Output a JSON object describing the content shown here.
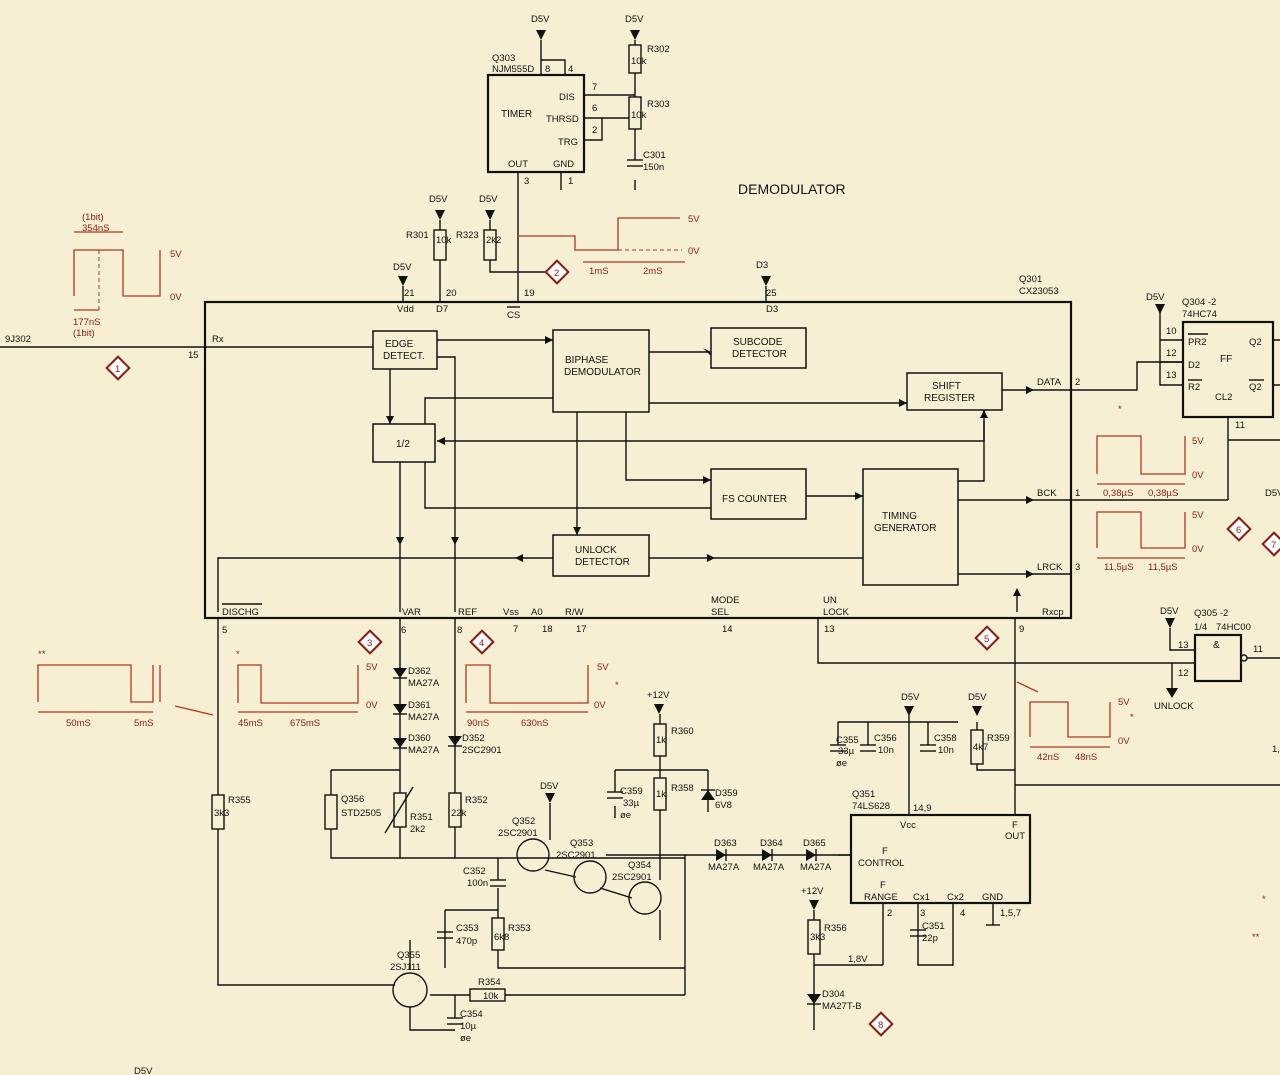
{
  "title": "DEMODULATOR",
  "wave_markers": [
    "1",
    "2",
    "3",
    "4",
    "5",
    "6",
    "7",
    "8"
  ],
  "ic_q301": {
    "ref": "Q301",
    "part": "CX23053",
    "pins": {
      "vdd": "Vdd",
      "p21": "21",
      "d7": "D7",
      "p20": "20",
      "p19": "19",
      "cs": "CS",
      "p25": "25",
      "d3": "D3",
      "rx": "Rx",
      "p15": "15",
      "data": "DATA",
      "p2": "2",
      "bck": "BCK",
      "p1": "1",
      "lrck": "LRCK",
      "p3": "3",
      "dischg": "DISCHG",
      "p5": "5",
      "var": "VAR",
      "p6": "6",
      "ref": "REF",
      "p8": "8",
      "vss": "Vss",
      "p7": "7",
      "a0": "A0",
      "p18": "18",
      "rw": "R/W",
      "p17": "17",
      "modesel1": "MODE",
      "modesel2": "SEL",
      "p14": "14",
      "unlock1": "UN",
      "unlock2": "LOCK",
      "p13": "13",
      "rxcp": "Rxcp",
      "p9": "9"
    },
    "blocks": {
      "edge": [
        "EDGE",
        "DETECT."
      ],
      "biphase": [
        "BIPHASE",
        "DEMODULATOR"
      ],
      "subcode": [
        "SUBCODE",
        "DETECTOR"
      ],
      "shift": [
        "SHIFT",
        "REGISTER"
      ],
      "half": "1/2",
      "fs": "FS  COUNTER",
      "timing": [
        "TIMING",
        "GENERATOR"
      ],
      "unlock": [
        "UNLOCK",
        "DETECTOR"
      ]
    }
  },
  "timer_q303": {
    "ref": "Q303",
    "part": "NJM555D",
    "name": "TIMER",
    "pins": {
      "p8": "8",
      "p4": "4",
      "dis": "DIS",
      "p7": "7",
      "thrsd": "THRSD",
      "p6": "6",
      "trg": "TRG",
      "p2": "2",
      "out": "OUT",
      "p3": "3",
      "gnd": "GND",
      "p1": "1"
    }
  },
  "ff_q304": {
    "ref": "Q304 -2",
    "part": "74HC74",
    "name": "FF",
    "pins": {
      "pr2": "PR2",
      "p10": "10",
      "d2": "D2",
      "p12": "12",
      "r2": "R2",
      "p13": "13",
      "q2": "Q2",
      "q2b": "Q2",
      "cl2": "CL2",
      "p11": "11"
    }
  },
  "gate_q305": {
    "ref": "Q305 -2",
    "part1": "1/4",
    "part2": "74HC00",
    "sym": "&",
    "p13": "13",
    "p12": "12",
    "p11": "11"
  },
  "vco_q351": {
    "ref": "Q351",
    "part": "74LS628",
    "vcc": "Vcc",
    "pvcc": "14,9",
    "fout1": "F",
    "fout2": "OUT",
    "fctl1": "F",
    "fctl2": "CONTROL",
    "frng1": "F",
    "frng2": "RANGE",
    "cx1": "Cx1",
    "cx2": "Cx2",
    "gnd": "GND",
    "p2": "2",
    "p3": "3",
    "p4": "4",
    "pgnd": "1,5,7"
  },
  "supplies": {
    "d5v": "D5V",
    "d3": "D3",
    "p12v": "+12V",
    "unlock": "UNLOCK"
  },
  "input_net": "9J302",
  "components": {
    "r302": [
      "R302",
      "10k"
    ],
    "r303": [
      "R303",
      "10k"
    ],
    "c301": [
      "C301",
      "150n"
    ],
    "r301": [
      "R301",
      "10k"
    ],
    "r323": [
      "R323",
      "2k2"
    ],
    "d362": [
      "D362",
      "MA27A"
    ],
    "d361": [
      "D361",
      "MA27A"
    ],
    "d360": [
      "D360",
      "MA27A"
    ],
    "d352": [
      "D352",
      "2SC2901"
    ],
    "q356": [
      "Q356",
      "STD2505"
    ],
    "r351": [
      "R351",
      "2k2"
    ],
    "r352": [
      "R352",
      "22k"
    ],
    "r355": [
      "R355",
      "3k3"
    ],
    "q352": [
      "Q352",
      "2SC2901"
    ],
    "q353": [
      "Q353",
      "2SC2901"
    ],
    "q354": [
      "Q354",
      "2SC2901"
    ],
    "c352": [
      "C352",
      "100n"
    ],
    "c353": [
      "C353",
      "470p"
    ],
    "r353": [
      "R353",
      "6k8"
    ],
    "q355": [
      "Q355",
      "2SJ111"
    ],
    "r354": [
      "R354",
      "10k"
    ],
    "c354": [
      "C354",
      "10µ",
      "øe"
    ],
    "r360": [
      "R360",
      "1k"
    ],
    "r358": [
      "R358",
      "1k"
    ],
    "c359": [
      "C359",
      "33µ",
      "øe"
    ],
    "d359": [
      "D359",
      "6V8"
    ],
    "d363": [
      "D363",
      "MA27A"
    ],
    "d364": [
      "D364",
      "MA27A"
    ],
    "d365": [
      "D365",
      "MA27A"
    ],
    "c355": [
      "C355",
      "33µ",
      "øe"
    ],
    "c356": [
      "C356",
      "10n"
    ],
    "c358": [
      "C358",
      "10n"
    ],
    "r359": [
      "R359",
      "4k7"
    ],
    "r356": [
      "R356",
      "3k3"
    ],
    "d304": [
      "D304",
      "MA27T-B"
    ],
    "c351": [
      "C351",
      "22p"
    ],
    "v18": "1,8V"
  },
  "waveforms": {
    "w1": {
      "t_top1": "(1bit)",
      "t_top2": "354nS",
      "hi": "5V",
      "lo": "0V",
      "t_bot1": "177nS",
      "t_bot2": "(1bit)"
    },
    "w2": {
      "hi": "5V",
      "lo": "0V",
      "t1": "1mS",
      "t2": "2mS"
    },
    "w3": {
      "star": "**",
      "t1": "50mS",
      "t2": "5mS"
    },
    "w4": {
      "star": "*",
      "hi": "5V",
      "lo": "0V",
      "t1": "45mS",
      "t2": "675mS"
    },
    "w5": {
      "hi": "5V",
      "lo": "0V",
      "t1": "90nS",
      "t2": "630nS",
      "star": "*"
    },
    "w6": {
      "hi": "5V",
      "lo": "0V",
      "t1": "0,38µS",
      "t2": "0,38µS"
    },
    "w7": {
      "hi": "5V",
      "lo": "0V",
      "t1": "11,5µS",
      "t2": "11,5µS"
    },
    "w8": {
      "hi": "5V",
      "lo": "0V",
      "t1": "42nS",
      "t2": "48nS",
      "star": "*"
    }
  },
  "edge_marks": {
    "star1": "*",
    "star2": "**",
    "pin1": "1,"
  }
}
